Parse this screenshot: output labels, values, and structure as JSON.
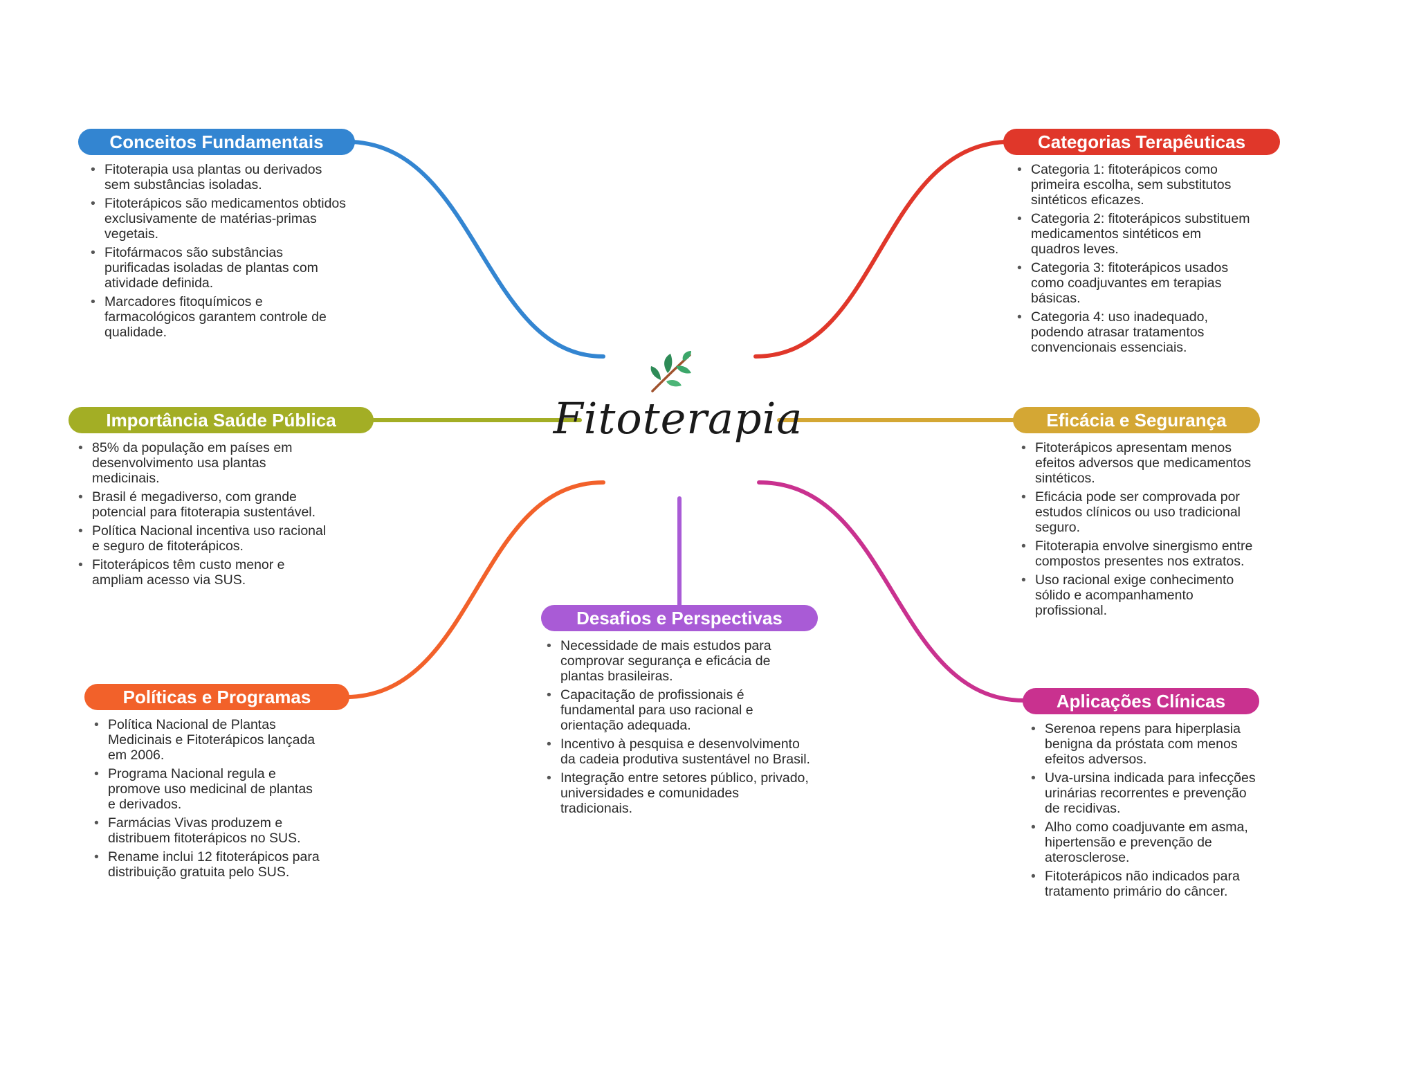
{
  "center": {
    "title": "Fitoterapia",
    "icon": "leaf-icon"
  },
  "colors": {
    "conceitos": "#3385D1",
    "categorias": "#E0372A",
    "importancia": "#A3AE25",
    "eficacia": "#D4A734",
    "politicas": "#F2612A",
    "desafios": "#A95BD6",
    "aplicacoes": "#C9318F"
  },
  "branches": {
    "conceitos": {
      "title": "Conceitos Fundamentais",
      "items": [
        "Fitoterapia usa plantas ou derivados sem substâncias isoladas.",
        "Fitoterápicos são medicamentos obtidos exclusivamente de matérias-primas vegetais.",
        "Fitofármacos são substâncias purificadas isoladas de plantas com atividade definida.",
        "Marcadores fitoquímicos e farmacológicos garantem controle de qualidade."
      ]
    },
    "categorias": {
      "title": "Categorias Terapêuticas",
      "items": [
        "Categoria 1: fitoterápicos como primeira escolha, sem substitutos sintéticos eficazes.",
        "Categoria 2: fitoterápicos substituem medicamentos sintéticos em quadros leves.",
        "Categoria 3: fitoterápicos usados como coadjuvantes em terapias básicas.",
        "Categoria 4: uso inadequado, podendo atrasar tratamentos convencionais essenciais."
      ]
    },
    "importancia": {
      "title": "Importância Saúde Pública",
      "items": [
        "85% da população em países em desenvolvimento usa plantas medicinais.",
        "Brasil é megadiverso, com grande potencial para fitoterapia sustentável.",
        "Política Nacional incentiva uso racional e seguro de fitoterápicos.",
        "Fitoterápicos têm custo menor e ampliam acesso via SUS."
      ]
    },
    "eficacia": {
      "title": "Eficácia e Segurança",
      "items": [
        "Fitoterápicos apresentam menos efeitos adversos que medicamentos sintéticos.",
        "Eficácia pode ser comprovada por estudos clínicos ou uso tradicional seguro.",
        "Fitoterapia envolve sinergismo entre compostos presentes nos extratos.",
        "Uso racional exige conhecimento sólido e acompanhamento profissional."
      ]
    },
    "politicas": {
      "title": "Políticas e Programas",
      "items": [
        "Política Nacional de Plantas Medicinais e Fitoterápicos lançada em 2006.",
        "Programa Nacional regula e promove uso medicinal de plantas e derivados.",
        "Farmácias Vivas produzem e distribuem fitoterápicos no SUS.",
        "Rename inclui 12 fitoterápicos para distribuição gratuita pelo SUS."
      ]
    },
    "desafios": {
      "title": "Desafios e Perspectivas",
      "items": [
        "Necessidade de mais estudos para comprovar segurança e eficácia de plantas brasileiras.",
        "Capacitação de profissionais é fundamental para uso racional e orientação adequada.",
        "Incentivo à pesquisa e desenvolvimento da cadeia produtiva sustentável no Brasil.",
        "Integração entre setores público, privado, universidades e comunidades tradicionais."
      ]
    },
    "aplicacoes": {
      "title": "Aplicações Clínicas",
      "items": [
        "Serenoa repens para hiperplasia benigna da próstata com menos efeitos adversos.",
        "Uva-ursina indicada para infecções urinárias recorrentes e prevenção de recidivas.",
        "Alho como coadjuvante em asma, hipertensão e prevenção de aterosclerose.",
        "Fitoterápicos não indicados para tratamento primário do câncer."
      ]
    }
  }
}
